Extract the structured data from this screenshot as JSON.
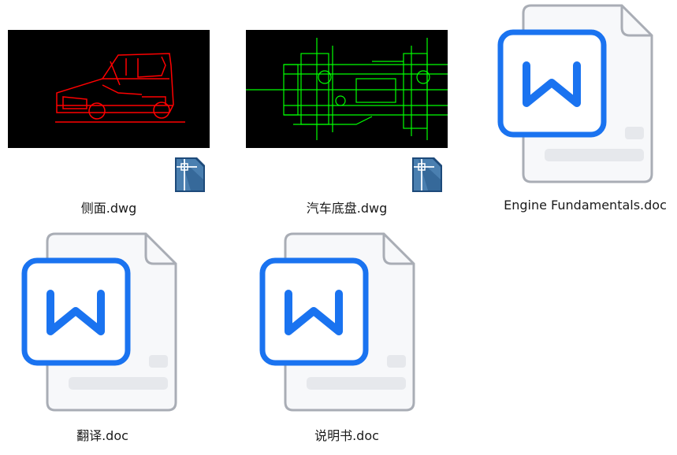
{
  "files": [
    {
      "name": "侧面.dwg",
      "type": "dwg"
    },
    {
      "name": "汽车底盘.dwg",
      "type": "dwg"
    },
    {
      "name": "Engine Fundamentals.doc",
      "type": "doc"
    },
    {
      "name": "翻译.doc",
      "type": "doc"
    },
    {
      "name": "说明书.doc",
      "type": "doc"
    }
  ],
  "colors": {
    "doc_accent": "#1a73f0",
    "cad_side": "#ff0000",
    "cad_chassis": "#00ff00"
  }
}
